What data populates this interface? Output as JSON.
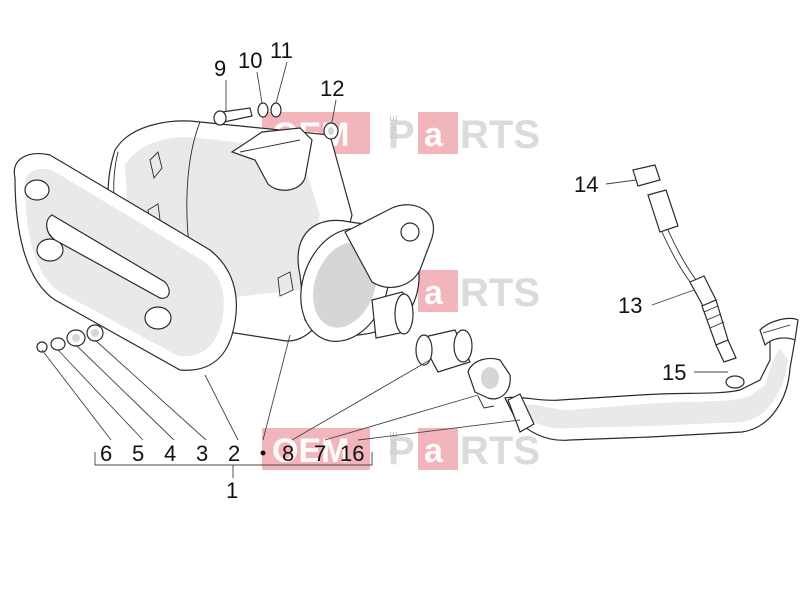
{
  "callouts": {
    "c1": "1",
    "c2": "2",
    "c3": "3",
    "c4": "4",
    "c5": "5",
    "c6": "6",
    "c7": "7",
    "c8": "8",
    "c9": "9",
    "c10": "10",
    "c11": "11",
    "c12": "12",
    "c13": "13",
    "c14": "14",
    "c15": "15",
    "c16": "16"
  },
  "watermark": {
    "oem": "OEM",
    "bike": "BIKE",
    "p": "P",
    "a": "a",
    "rts": "RTS",
    "brand_color": "#e35b68"
  }
}
